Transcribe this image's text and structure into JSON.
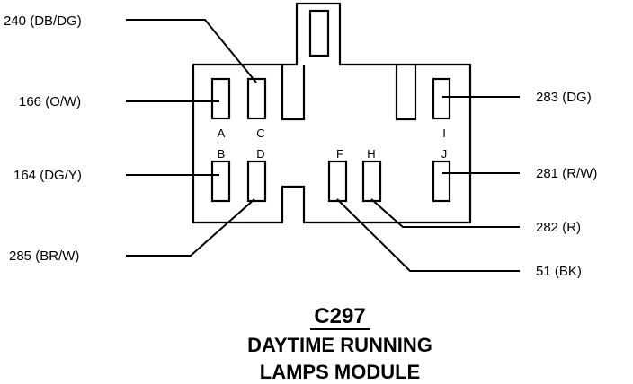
{
  "connector": {
    "id": "C297",
    "title_line1": "DAYTIME RUNNING",
    "title_line2": "LAMPS MODULE"
  },
  "pins": [
    {
      "key": "A",
      "label": "A"
    },
    {
      "key": "C",
      "label": "C"
    },
    {
      "key": "I",
      "label": "I"
    },
    {
      "key": "B",
      "label": "B"
    },
    {
      "key": "D",
      "label": "D"
    },
    {
      "key": "F",
      "label": "F"
    },
    {
      "key": "H",
      "label": "H"
    },
    {
      "key": "J",
      "label": "J"
    }
  ],
  "wires": [
    {
      "pin": "C",
      "label": "240 (DB/DG)"
    },
    {
      "pin": "A",
      "label": "166 (O/W)"
    },
    {
      "pin": "B",
      "label": "164 (DG/Y)"
    },
    {
      "pin": "D",
      "label": "285 (BR/W)"
    },
    {
      "pin": "I",
      "label": "283 (DG)"
    },
    {
      "pin": "J",
      "label": "281 (R/W)"
    },
    {
      "pin": "H",
      "label": "282 (R)"
    },
    {
      "pin": "F",
      "label": "51 (BK)"
    }
  ]
}
